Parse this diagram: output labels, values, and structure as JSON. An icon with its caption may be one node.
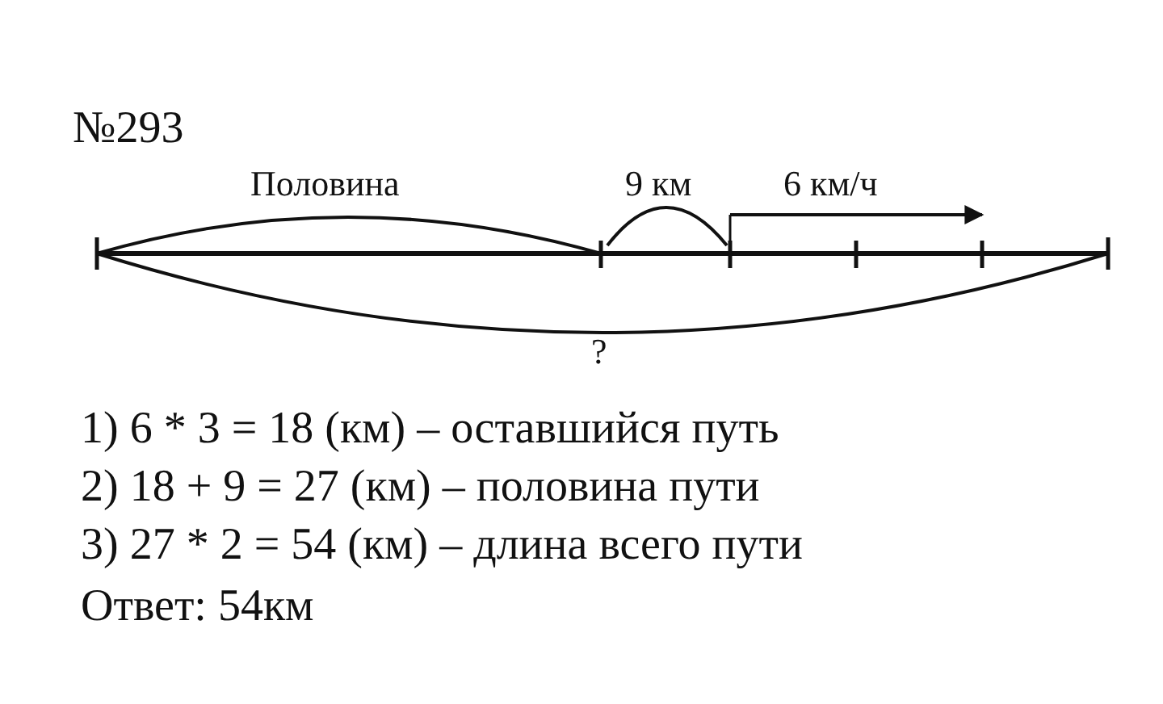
{
  "diagram": {
    "title": "№293",
    "labels": [
      "Половина",
      "9 км",
      "6 км/ч",
      "?",
      "1) 6 * 3 = 18 (км) – оставшийся путь",
      "2) 18 + 9 = 27 (км) – половина пути",
      "3) 27 * 2 = 54 (км) – длина всего пути",
      "Ответ: 54км"
    ]
  }
}
